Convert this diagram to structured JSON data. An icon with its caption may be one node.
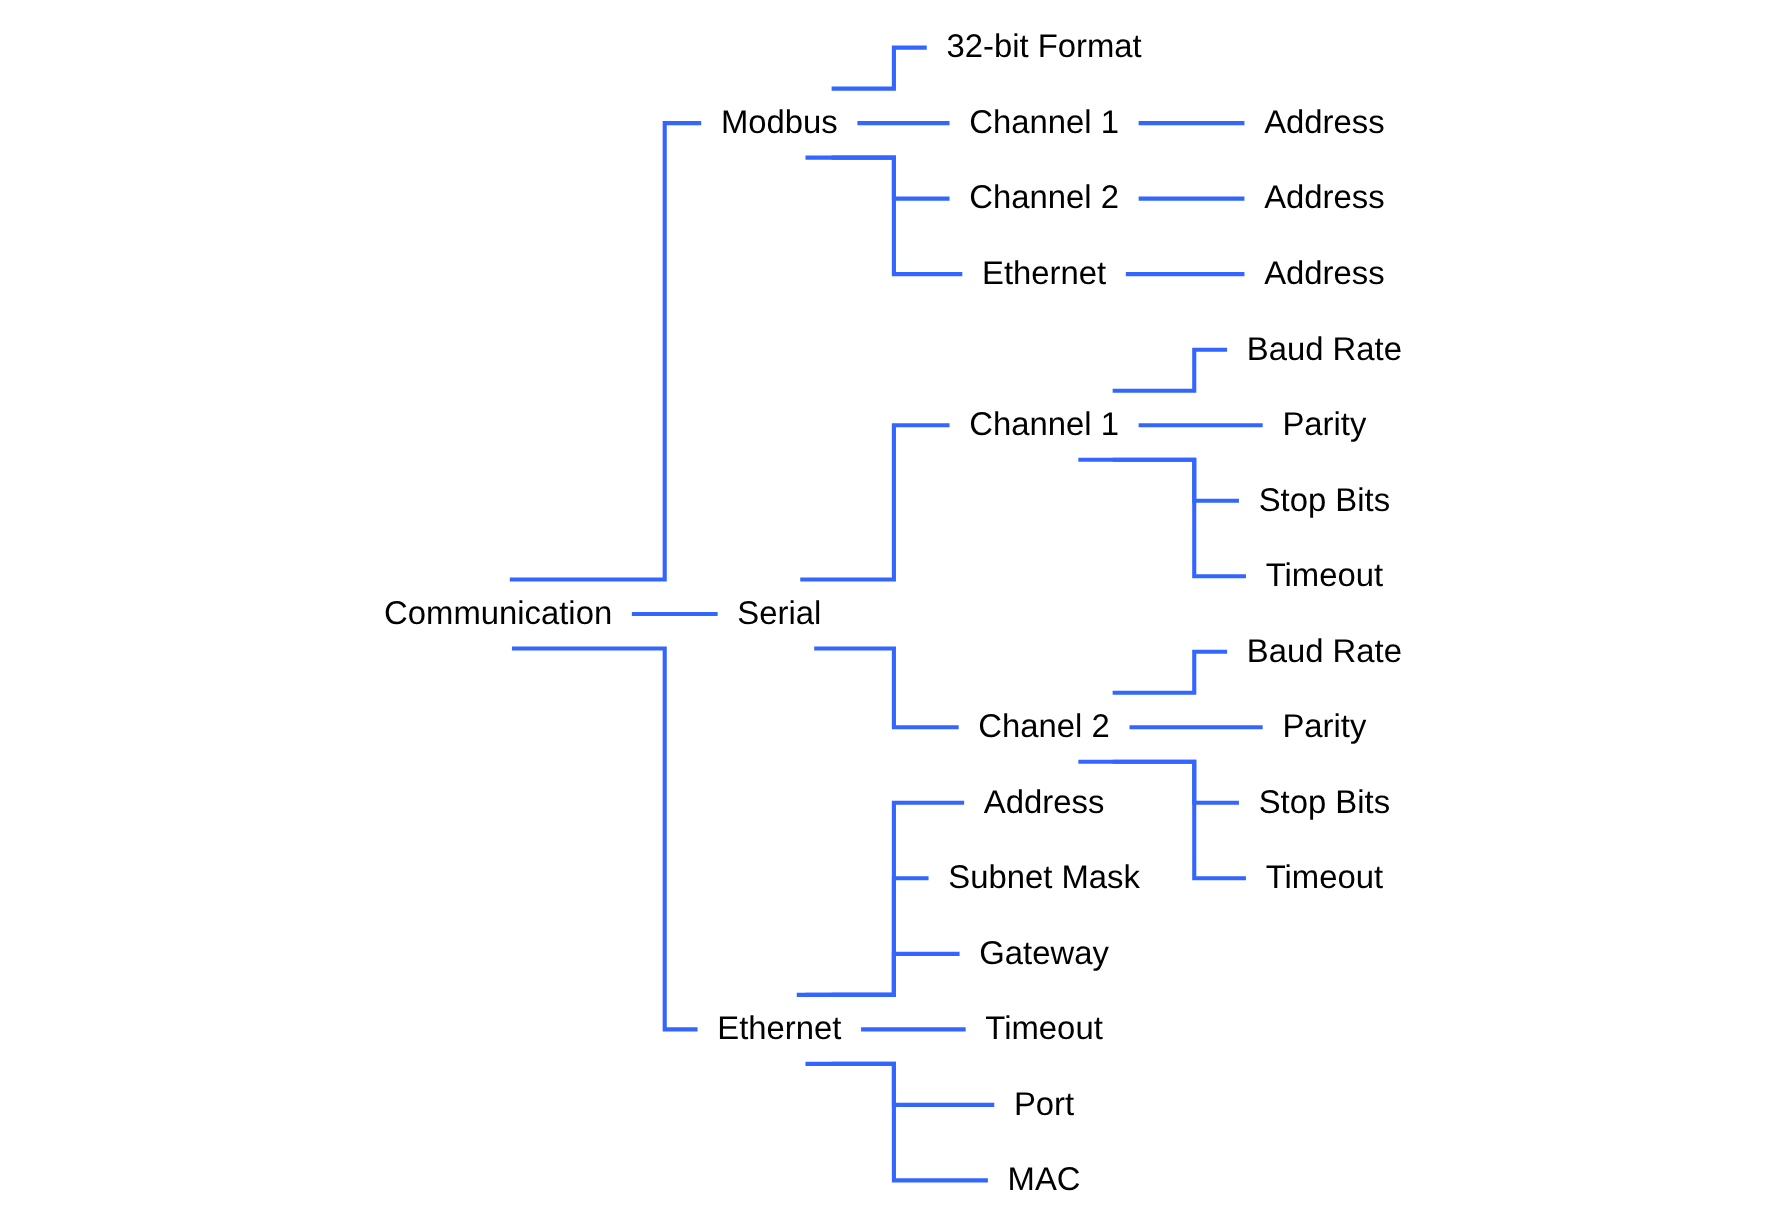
{
  "diagram": {
    "nodes": [
      {
        "text": [
          "Communication"
        ]
      },
      {
        "text": [
          "Modbus"
        ]
      },
      {
        "text": [
          "32-bit Format"
        ]
      },
      {
        "text": [
          "Channel 1"
        ]
      },
      {
        "text": [
          "Address"
        ]
      },
      {
        "text": [
          "Channel 2"
        ]
      },
      {
        "text": [
          "Address"
        ]
      },
      {
        "text": [
          "Ethernet"
        ]
      },
      {
        "text": [
          "Address"
        ]
      },
      {
        "text": [
          "Serial"
        ]
      },
      {
        "text": [
          "Channel 1"
        ]
      },
      {
        "text": [
          "Baud Rate"
        ]
      },
      {
        "text": [
          "Parity"
        ]
      },
      {
        "text": [
          "Stop Bits"
        ]
      },
      {
        "text": [
          "Timeout"
        ]
      },
      {
        "text": [
          "Chanel 2"
        ]
      },
      {
        "text": [
          "Baud Rate"
        ]
      },
      {
        "text": [
          "Parity"
        ]
      },
      {
        "text": [
          "Stop Bits"
        ]
      },
      {
        "text": [
          "Timeout"
        ]
      },
      {
        "text": [
          "Ethernet"
        ]
      },
      {
        "text": [
          "Address"
        ]
      },
      {
        "text": [
          "Subnet Mask"
        ]
      },
      {
        "text": [
          "Gateway"
        ]
      },
      {
        "text": [
          "Timeout"
        ]
      },
      {
        "text": [
          "Port"
        ]
      },
      {
        "text": [
          "MAC"
        ]
      }
    ],
    "edges": [
      {
        "from": 0,
        "to": 1,
        "arrow": "none"
      },
      {
        "from": 0,
        "to": 9,
        "arrow": "none"
      },
      {
        "from": 0,
        "to": 20,
        "arrow": "none"
      },
      {
        "from": 1,
        "to": 2,
        "arrow": "none"
      },
      {
        "from": 1,
        "to": 3,
        "arrow": "none"
      },
      {
        "from": 3,
        "to": 4,
        "arrow": "none"
      },
      {
        "from": 1,
        "to": 5,
        "arrow": "none"
      },
      {
        "from": 5,
        "to": 6,
        "arrow": "none"
      },
      {
        "from": 1,
        "to": 7,
        "arrow": "none"
      },
      {
        "from": 7,
        "to": 8,
        "arrow": "none"
      },
      {
        "from": 9,
        "to": 10,
        "arrow": "none"
      },
      {
        "from": 10,
        "to": 11,
        "arrow": "none"
      },
      {
        "from": 10,
        "to": 12,
        "arrow": "none"
      },
      {
        "from": 10,
        "to": 13,
        "arrow": "none"
      },
      {
        "from": 10,
        "to": 14,
        "arrow": "none"
      },
      {
        "from": 9,
        "to": 15,
        "arrow": "none"
      },
      {
        "from": 15,
        "to": 16,
        "arrow": "none"
      },
      {
        "from": 15,
        "to": 17,
        "arrow": "none"
      },
      {
        "from": 15,
        "to": 18,
        "arrow": "none"
      },
      {
        "from": 15,
        "to": 19,
        "arrow": "none"
      },
      {
        "from": 20,
        "to": 21,
        "arrow": "none"
      },
      {
        "from": 20,
        "to": 22,
        "arrow": "none"
      },
      {
        "from": 20,
        "to": 23,
        "arrow": "none"
      },
      {
        "from": 20,
        "to": 24,
        "arrow": "none"
      },
      {
        "from": 20,
        "to": 25,
        "arrow": "none"
      },
      {
        "from": 20,
        "to": 26,
        "arrow": "none"
      }
    ]
  }
}
